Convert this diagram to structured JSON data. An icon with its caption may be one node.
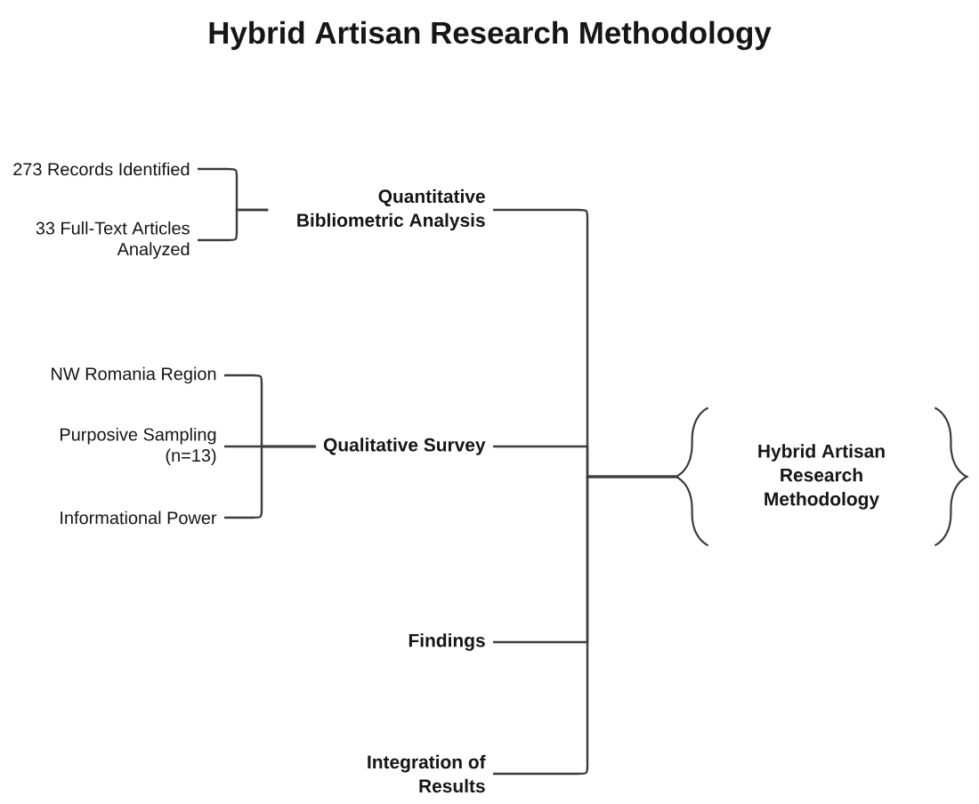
{
  "diagram": {
    "title": "Hybrid Artisan Research Methodology",
    "nodes": [
      {
        "text": [
          "Hybrid Artisan Research Methodology"
        ]
      },
      {
        "text": [
          "Quantitative Bibliometric Analysis"
        ]
      },
      {
        "text": [
          "Qualitative Survey"
        ]
      },
      {
        "text": [
          "Findings"
        ]
      },
      {
        "text": [
          "Integration of Results"
        ]
      },
      {
        "text": [
          "273 Records Identified"
        ]
      },
      {
        "text": [
          "33 Full-Text Articles Analyzed"
        ]
      },
      {
        "text": [
          "NW Romania Region"
        ]
      },
      {
        "text": [
          "Purposive Sampling (n=13)"
        ]
      },
      {
        "text": [
          "Informational Power"
        ]
      }
    ],
    "edges": [
      {
        "from": 1,
        "to": 0,
        "arrow": "none"
      },
      {
        "from": 2,
        "to": 0,
        "arrow": "none"
      },
      {
        "from": 3,
        "to": 0,
        "arrow": "none"
      },
      {
        "from": 4,
        "to": 0,
        "arrow": "none"
      },
      {
        "from": 5,
        "to": 1,
        "arrow": "none"
      },
      {
        "from": 6,
        "to": 1,
        "arrow": "none"
      },
      {
        "from": 7,
        "to": 2,
        "arrow": "none"
      },
      {
        "from": 8,
        "to": 2,
        "arrow": "none"
      },
      {
        "from": 9,
        "to": 2,
        "arrow": "none"
      }
    ]
  }
}
